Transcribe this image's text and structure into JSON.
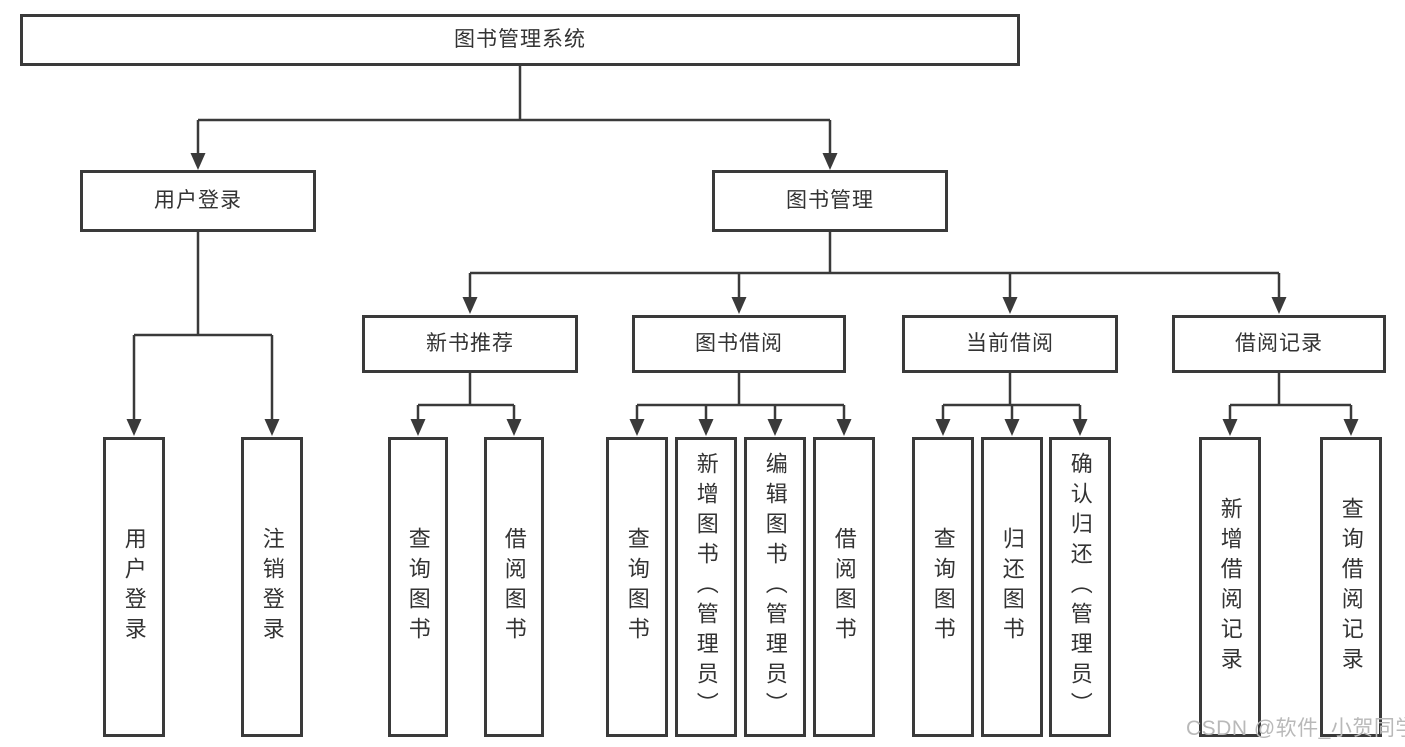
{
  "diagram": {
    "tree": {
      "label": "图书管理系统",
      "children": [
        {
          "label": "用户登录",
          "children": [
            {
              "label": "用户登录"
            },
            {
              "label": "注销登录"
            }
          ]
        },
        {
          "label": "图书管理",
          "children": [
            {
              "label": "新书推荐",
              "children": [
                {
                  "label": "查询图书"
                },
                {
                  "label": "借阅图书"
                }
              ]
            },
            {
              "label": "图书借阅",
              "children": [
                {
                  "label": "查询图书"
                },
                {
                  "label": "新增图书（管理员）"
                },
                {
                  "label": "编辑图书（管理员）"
                },
                {
                  "label": "借阅图书"
                }
              ]
            },
            {
              "label": "当前借阅",
              "children": [
                {
                  "label": "查询图书"
                },
                {
                  "label": "归还图书"
                },
                {
                  "label": "确认归还（管理员）"
                }
              ]
            },
            {
              "label": "借阅记录",
              "children": [
                {
                  "label": "新增借阅记录"
                },
                {
                  "label": "查询借阅记录"
                }
              ]
            }
          ]
        }
      ]
    },
    "colors": {
      "line": "#3a3a3a",
      "text": "#333333",
      "background": "#ffffff",
      "watermark": "#b9b9b9"
    },
    "watermark": "CSDN @软件_小贺同学"
  }
}
